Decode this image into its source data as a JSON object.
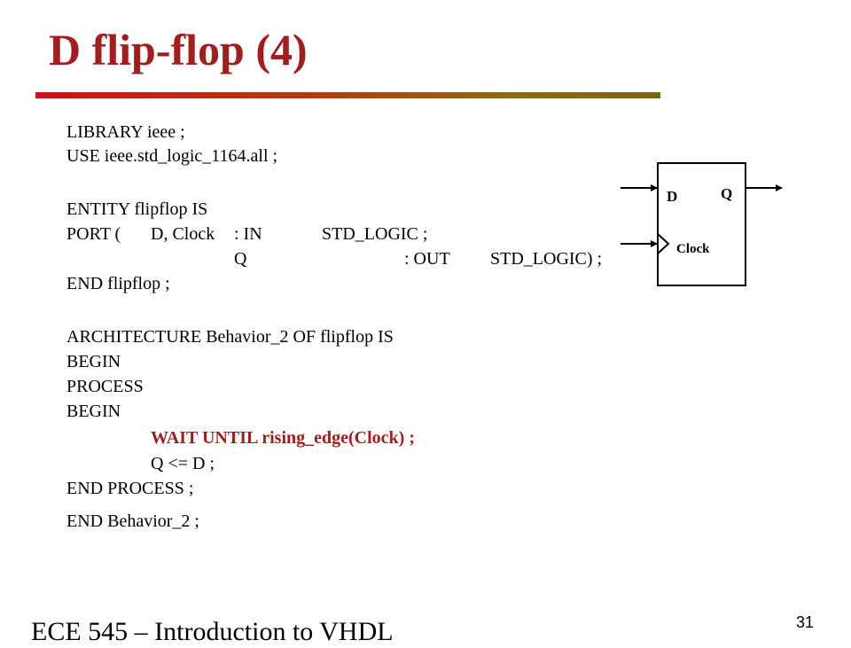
{
  "slide": {
    "title": "D flip-flop (4)",
    "page_number": "31",
    "footer": "ECE 545 – Introduction to VHDL"
  },
  "code": {
    "library": "LIBRARY ieee ;",
    "use": "USE ieee.std_logic_1164.all ;",
    "entity": "ENTITY flipflop IS",
    "port_1": {
      "keyword": "PORT (",
      "names": "D, Clock",
      "mode": ": IN",
      "type": "STD_LOGIC ;"
    },
    "port_2": {
      "names": "Q",
      "mode": ": OUT",
      "type": "STD_LOGIC) ;"
    },
    "end_entity": "END flipflop ;",
    "architecture": "ARCHITECTURE Behavior_2 OF flipflop IS",
    "begin_arch": "BEGIN",
    "process": "PROCESS",
    "begin_process": "BEGIN",
    "wait": "WAIT UNTIL rising_edge(Clock) ;",
    "assign": "Q <= D ;",
    "end_process": "END PROCESS ;",
    "end_arch": "END Behavior_2 ;"
  },
  "diagram": {
    "input_d": "D",
    "output_q": "Q",
    "clock": "Clock"
  },
  "colors": {
    "title": "#a01e1e",
    "highlight": "#a01e1e",
    "rule_start": "#c4161c",
    "rule_end": "#7a6515"
  }
}
